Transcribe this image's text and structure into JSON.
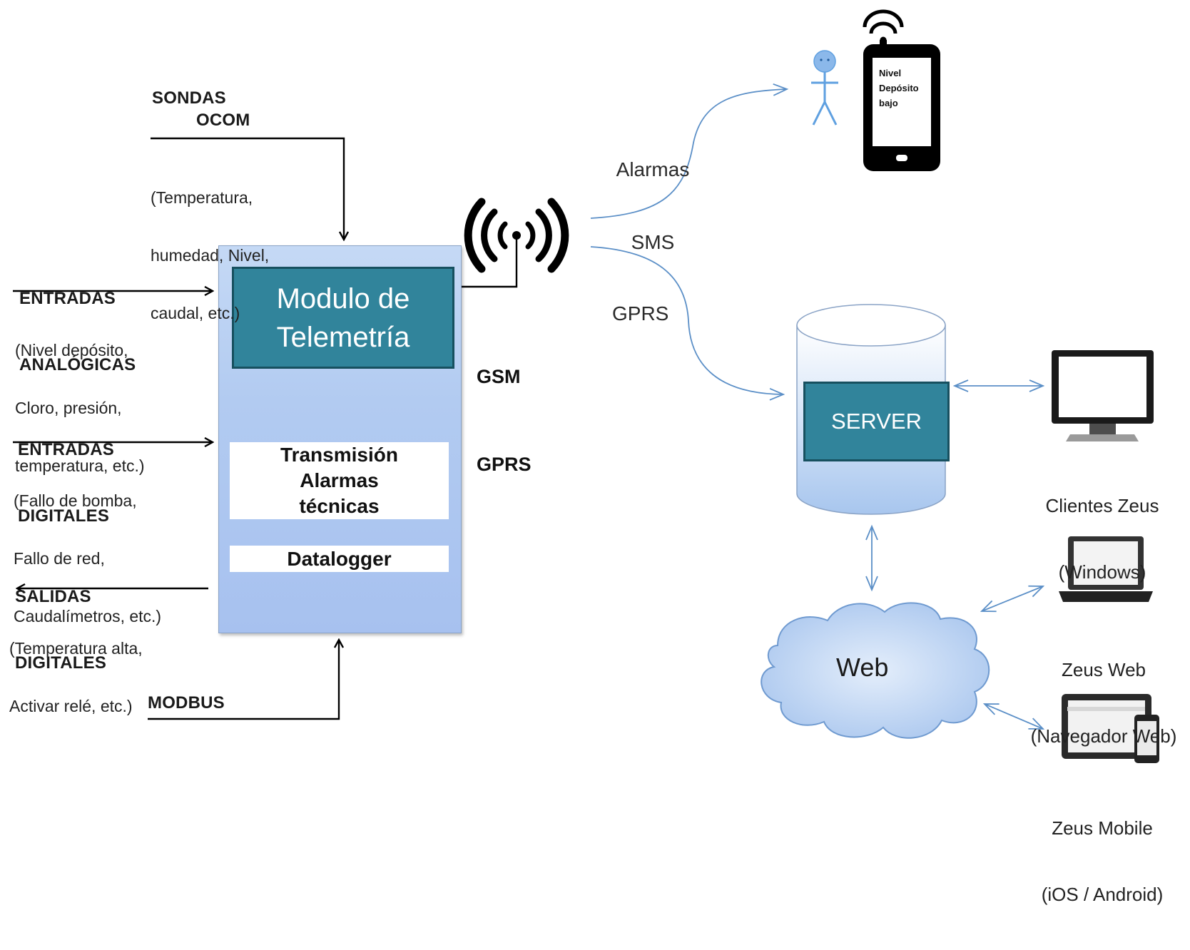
{
  "inputs": {
    "sondas": {
      "title_line1": "SONDAS",
      "title_line2": "OCOM",
      "desc": [
        "(Temperatura,",
        "humedad, Nivel,",
        "caudal, etc.)"
      ]
    },
    "analogicas": {
      "title": [
        "ENTRADAS",
        "ANALÓGICAS"
      ],
      "desc": [
        "(Nivel depósito,",
        "Cloro, presión,",
        "temperatura, etc.)"
      ]
    },
    "digitales": {
      "title": [
        "ENTRADAS",
        "DIGITALES"
      ],
      "desc": [
        "(Fallo de bomba,",
        "Fallo de red,",
        "Caudalímetros, etc.)"
      ]
    },
    "salidas": {
      "title": [
        "SALIDAS",
        "DIGITALES"
      ],
      "desc": [
        "(Temperatura alta,",
        "Activar relé, etc.)"
      ]
    },
    "modbus": {
      "title": "MODBUS"
    }
  },
  "module": {
    "title": [
      "Modulo de",
      "Telemetría"
    ],
    "transmision": [
      "Transmisión",
      "Alarmas",
      "técnicas"
    ],
    "datalogger": "Datalogger"
  },
  "antenna": {
    "labels": [
      "GSM",
      "GPRS"
    ]
  },
  "links": {
    "sms": [
      "Alarmas",
      "SMS"
    ],
    "gprs": "GPRS"
  },
  "phone": {
    "screen_text": [
      "Nivel",
      "Depósito",
      "bajo"
    ]
  },
  "server": {
    "label": "SERVER"
  },
  "web": {
    "label": "Web"
  },
  "clients": {
    "windows": [
      "Clientes Zeus",
      "(Windows)"
    ],
    "web": [
      "Zeus Web",
      "(Navegador Web)"
    ],
    "mobile": [
      "Zeus Mobile",
      "(iOS / Android)"
    ]
  },
  "colors": {
    "module_teal": "#31849b",
    "box_blue": "#b2cbf1",
    "link_blue": "#5b8fc7",
    "person_blue": "#5fa0e0"
  },
  "icons": [
    "antenna-icon",
    "person-icon",
    "smartphone-icon",
    "monitor-icon",
    "laptop-icon",
    "tablet-phone-icon",
    "cloud-icon",
    "database-icon"
  ]
}
